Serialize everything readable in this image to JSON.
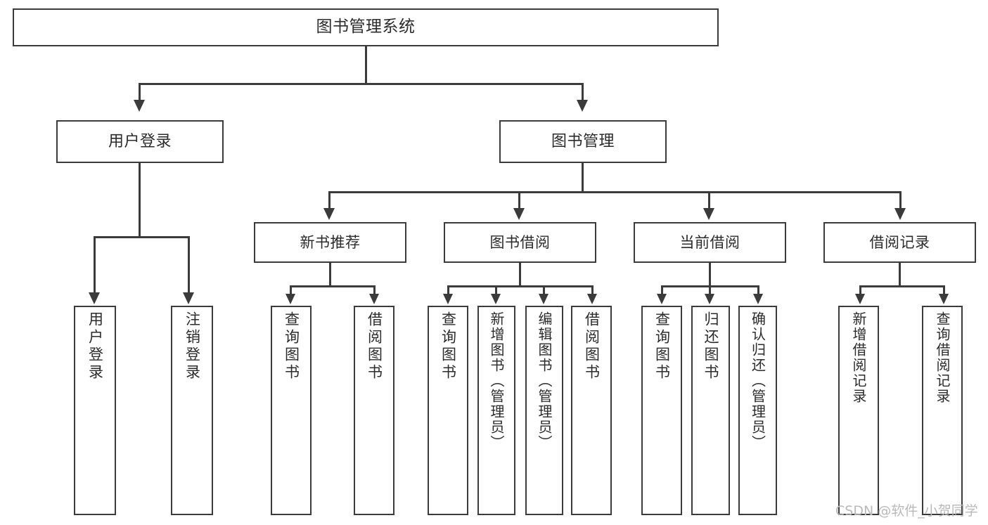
{
  "diagram": {
    "title": "图书管理系统",
    "root": {
      "label": "图书管理系统"
    },
    "level2": [
      {
        "label": "用户登录"
      },
      {
        "label": "图书管理"
      }
    ],
    "level3": [
      {
        "label": "新书推荐"
      },
      {
        "label": "图书借阅"
      },
      {
        "label": "当前借阅"
      },
      {
        "label": "借阅记录"
      }
    ],
    "leaves": {
      "user_login": [
        {
          "label": "用户登录"
        },
        {
          "label": "注销登录"
        }
      ],
      "new_book_recommend": [
        {
          "label": "查询图书"
        },
        {
          "label": "借阅图书"
        }
      ],
      "book_borrow": [
        {
          "label": "查询图书"
        },
        {
          "label": "新增图书（管理员）"
        },
        {
          "label": "编辑图书（管理员）"
        },
        {
          "label": "借阅图书"
        }
      ],
      "current_borrow": [
        {
          "label": "查询图书"
        },
        {
          "label": "归还图书"
        },
        {
          "label": "确认归还（管理员）"
        }
      ],
      "borrow_record": [
        {
          "label": "新增借阅记录"
        },
        {
          "label": "查询借阅记录"
        }
      ]
    }
  },
  "watermark": {
    "text": "CSDN @软件_小贺同学"
  },
  "colors": {
    "stroke": "#3b3b3b",
    "text": "#2b2b2b",
    "background": "#ffffff",
    "watermark": "#b9b9b9"
  }
}
